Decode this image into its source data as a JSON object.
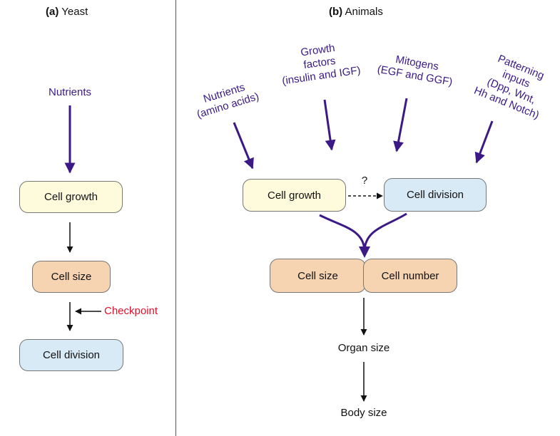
{
  "yeast": {
    "panel_letter": "(a)",
    "panel_name": "Yeast",
    "input": "Nutrients",
    "cell_growth": "Cell growth",
    "cell_size": "Cell size",
    "checkpoint": "Checkpoint",
    "cell_division": "Cell division"
  },
  "animals": {
    "panel_letter": "(b)",
    "panel_name": "Animals",
    "inputs": {
      "nutrients": [
        "Nutrients",
        "(amino acids)"
      ],
      "growth_factors": [
        "Growth",
        "factors",
        "(insulin and IGF)"
      ],
      "mitogens": [
        "Mitogens",
        "(EGF and GGF)"
      ],
      "patterning": [
        "Patterning",
        "inputs",
        "(Dpp, Wnt,",
        "Hh and Notch)"
      ]
    },
    "cell_growth": "Cell growth",
    "cell_division": "Cell division",
    "unknown_link": "?",
    "cell_size": "Cell size",
    "cell_number": "Cell number",
    "organ_size": "Organ size",
    "body_size": "Body size"
  },
  "colors": {
    "input_text": "#3b1a86",
    "input_arrow": "#3b1a86",
    "checkpoint": "#e0102a",
    "growth_box": "#fdfbdc",
    "division_box": "#d8eaf6",
    "size_box": "#f6d3b1"
  }
}
